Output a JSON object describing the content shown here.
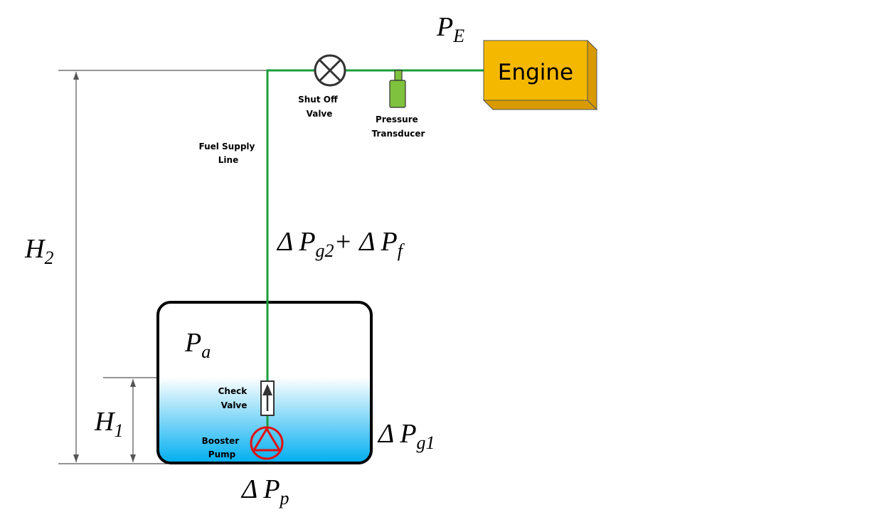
{
  "labels": {
    "pe_main": "P",
    "pe_sub": "E",
    "engine": "Engine",
    "shutoff_line1": "Shut Off",
    "shutoff_line2": "Valve",
    "transducer_line1": "Pressure",
    "transducer_line2": "Transducer",
    "supply_line1": "Fuel Supply",
    "supply_line2": "Line",
    "h2_main": "H",
    "h2_sub": "2",
    "h1_main": "H",
    "h1_sub": "1",
    "pa_main": "P",
    "pa_sub": "a",
    "check_line1": "Check",
    "check_line2": "Valve",
    "booster_line1": "Booster",
    "booster_line2": "Pump",
    "dpg2_delta": "Δ",
    "dpg2_main": "P",
    "dpg2_sub": "g2",
    "plus": "+",
    "dpf_delta": "Δ",
    "dpf_main": "P",
    "dpf_sub": "f",
    "dpg1_delta": "Δ",
    "dpg1_main": "P",
    "dpg1_sub": "g1",
    "dpp_delta": "Δ",
    "dpp_main": "P",
    "dpp_sub": "p"
  },
  "colors": {
    "fuel_line": "#1a9e3a",
    "engine_fill": "#f5b800",
    "engine_side": "#d89a00",
    "transducer": "#7fc23d",
    "pump_stroke": "#e01010",
    "liquid_top": "#ffffff",
    "liquid_bottom": "#00aef0"
  },
  "icons": {
    "shutoff": "x-circle-valve-icon",
    "pump": "triangle-in-circle-pump-icon",
    "check": "arrow-up-check-valve-icon"
  }
}
